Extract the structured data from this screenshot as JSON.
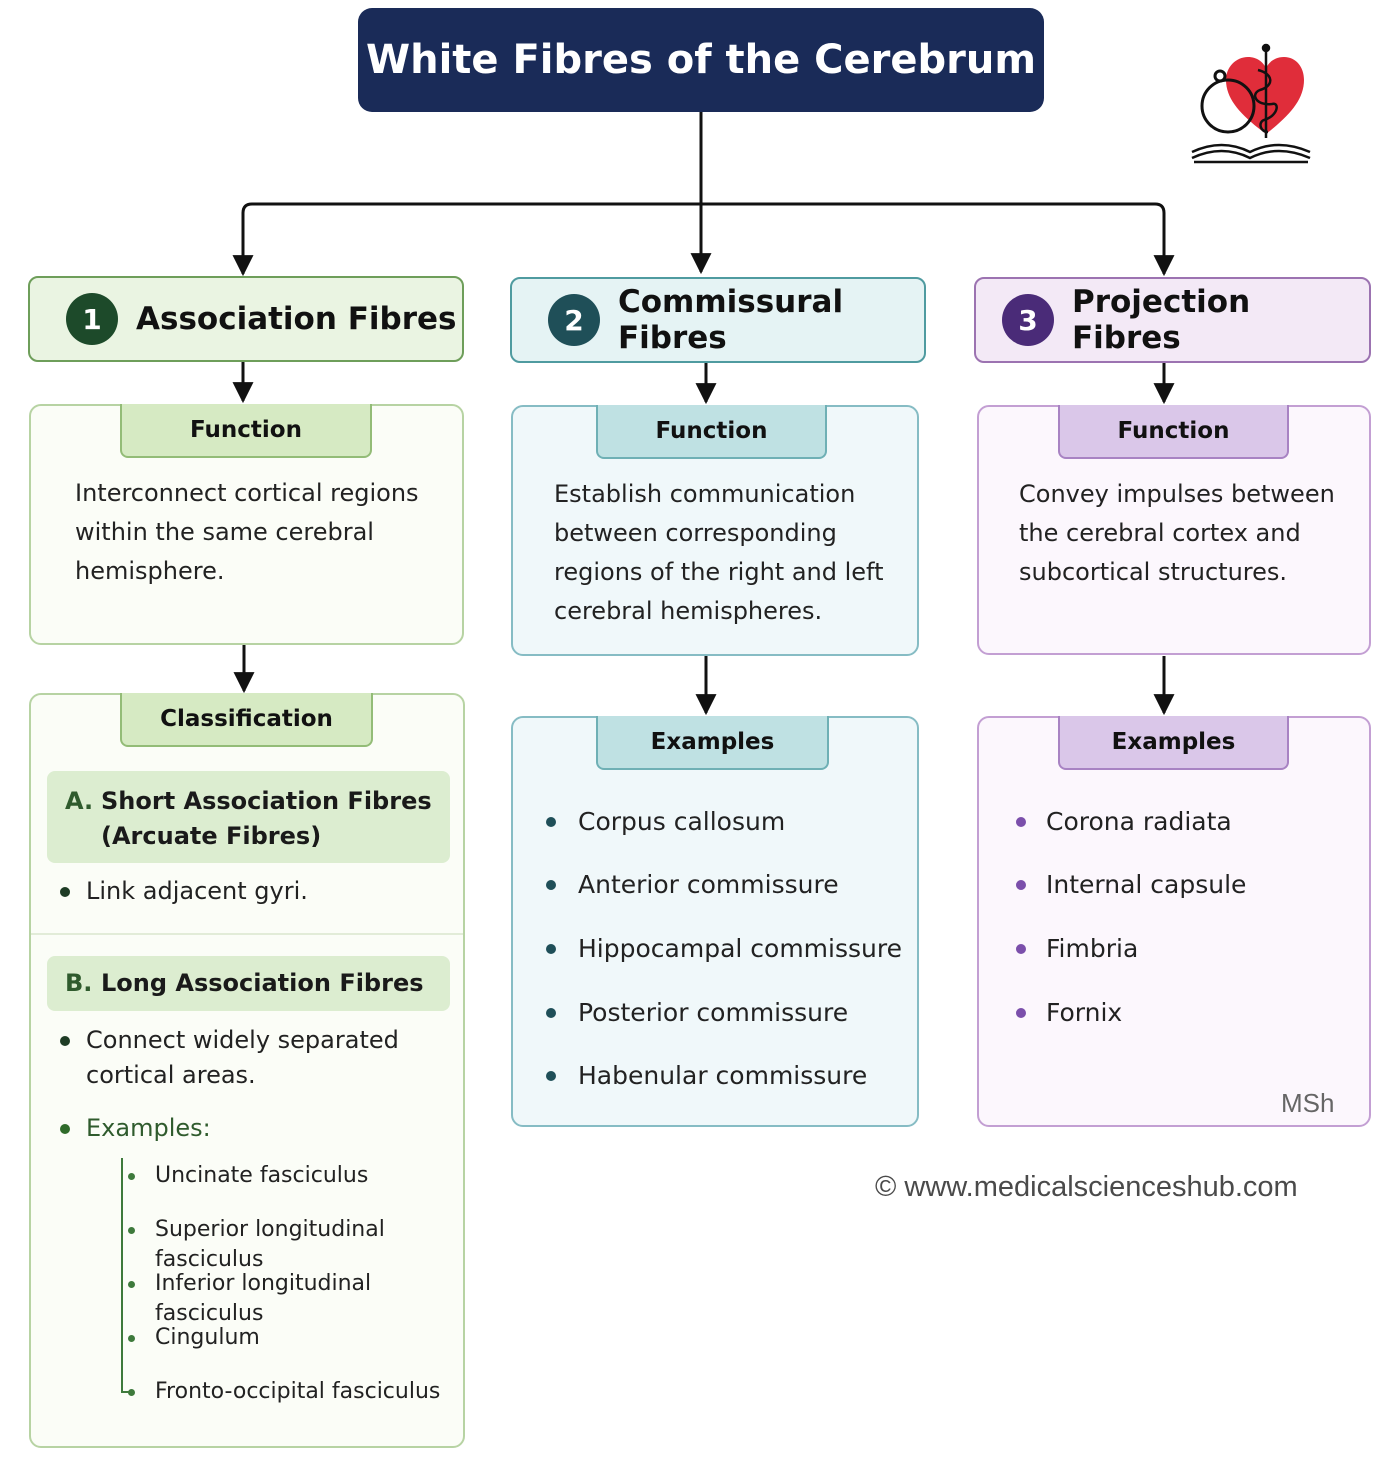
{
  "title": "White Fibres of the Cerebrum",
  "columns": [
    {
      "number": "1",
      "heading": "Association Fibres",
      "function_label": "Function",
      "function_text": [
        "Interconnect cortical regions",
        "within the same cerebral",
        "hemisphere."
      ],
      "classification_label": "Classification",
      "short": {
        "letter": "A.",
        "title_lines": [
          "Short Association Fibres",
          "(Arcuate Fibres)"
        ],
        "bullet": "Link adjacent gyri."
      },
      "long": {
        "letter": "B.",
        "title": "Long Association Fibres",
        "bullet_lines": [
          "Connect widely separated",
          "cortical areas."
        ],
        "examples_label": "Examples:",
        "examples": [
          "Uncinate fasciculus",
          "Superior longitudinal fasciculus",
          "Inferior longitudinal fasciculus",
          "Cingulum",
          "Fronto-occipital fasciculus"
        ]
      }
    },
    {
      "number": "2",
      "heading": "Commissural Fibres",
      "function_label": "Function",
      "function_text": [
        "Establish communication",
        "between corresponding",
        "regions of the right and left",
        "cerebral hemispheres."
      ],
      "examples_label": "Examples",
      "examples": [
        "Corpus callosum",
        "Anterior commissure",
        "Hippocampal commissure",
        "Posterior commissure",
        "Habenular commissure"
      ]
    },
    {
      "number": "3",
      "heading": "Projection Fibres",
      "function_label": "Function",
      "function_text": [
        "Convey impulses between",
        "the cerebral cortex and",
        "subcortical structures."
      ],
      "examples_label": "Examples",
      "examples": [
        "Corona radiata",
        "Internal capsule",
        "Fimbria",
        "Fornix"
      ]
    }
  ],
  "signature": "MSh",
  "copyright": "© www.medicalscienceshub.com",
  "colors": {
    "title_bg": "#1a2b58",
    "association": "#1d4a2a",
    "commissural": "#1f4f58",
    "projection": "#4a2b78",
    "logo_heart": "#e02d3a"
  },
  "icons": [
    "heart-caduceus-logo-icon",
    "stethoscope-icon",
    "open-book-icon"
  ]
}
